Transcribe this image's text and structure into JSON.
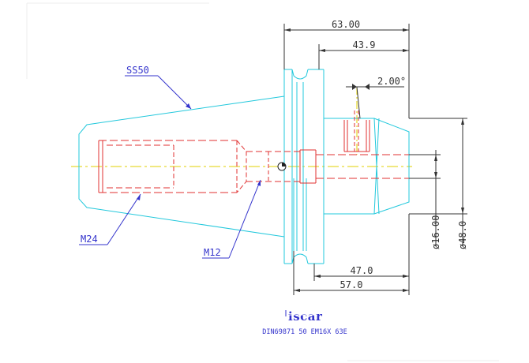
{
  "drawing": {
    "dimensions": {
      "d_63": "63.00",
      "d_43_9": "43.9",
      "d_angle": "2.00°",
      "d_47": "47.0",
      "d_57": "57.0",
      "d_dia16": "ø16.00",
      "d_dia48": "ø48.0"
    },
    "callouts": {
      "taper": "SS50",
      "thread_large": "M24",
      "thread_small": "M12"
    },
    "caption": "DIN69871 50 EM16X 63E",
    "logo_text": "iscar",
    "colors": {
      "outline": "#22c8dc",
      "hidden": "#e03030",
      "dimension": "#333333",
      "leader": "#3333cc",
      "centerline": "#e0d000"
    }
  }
}
